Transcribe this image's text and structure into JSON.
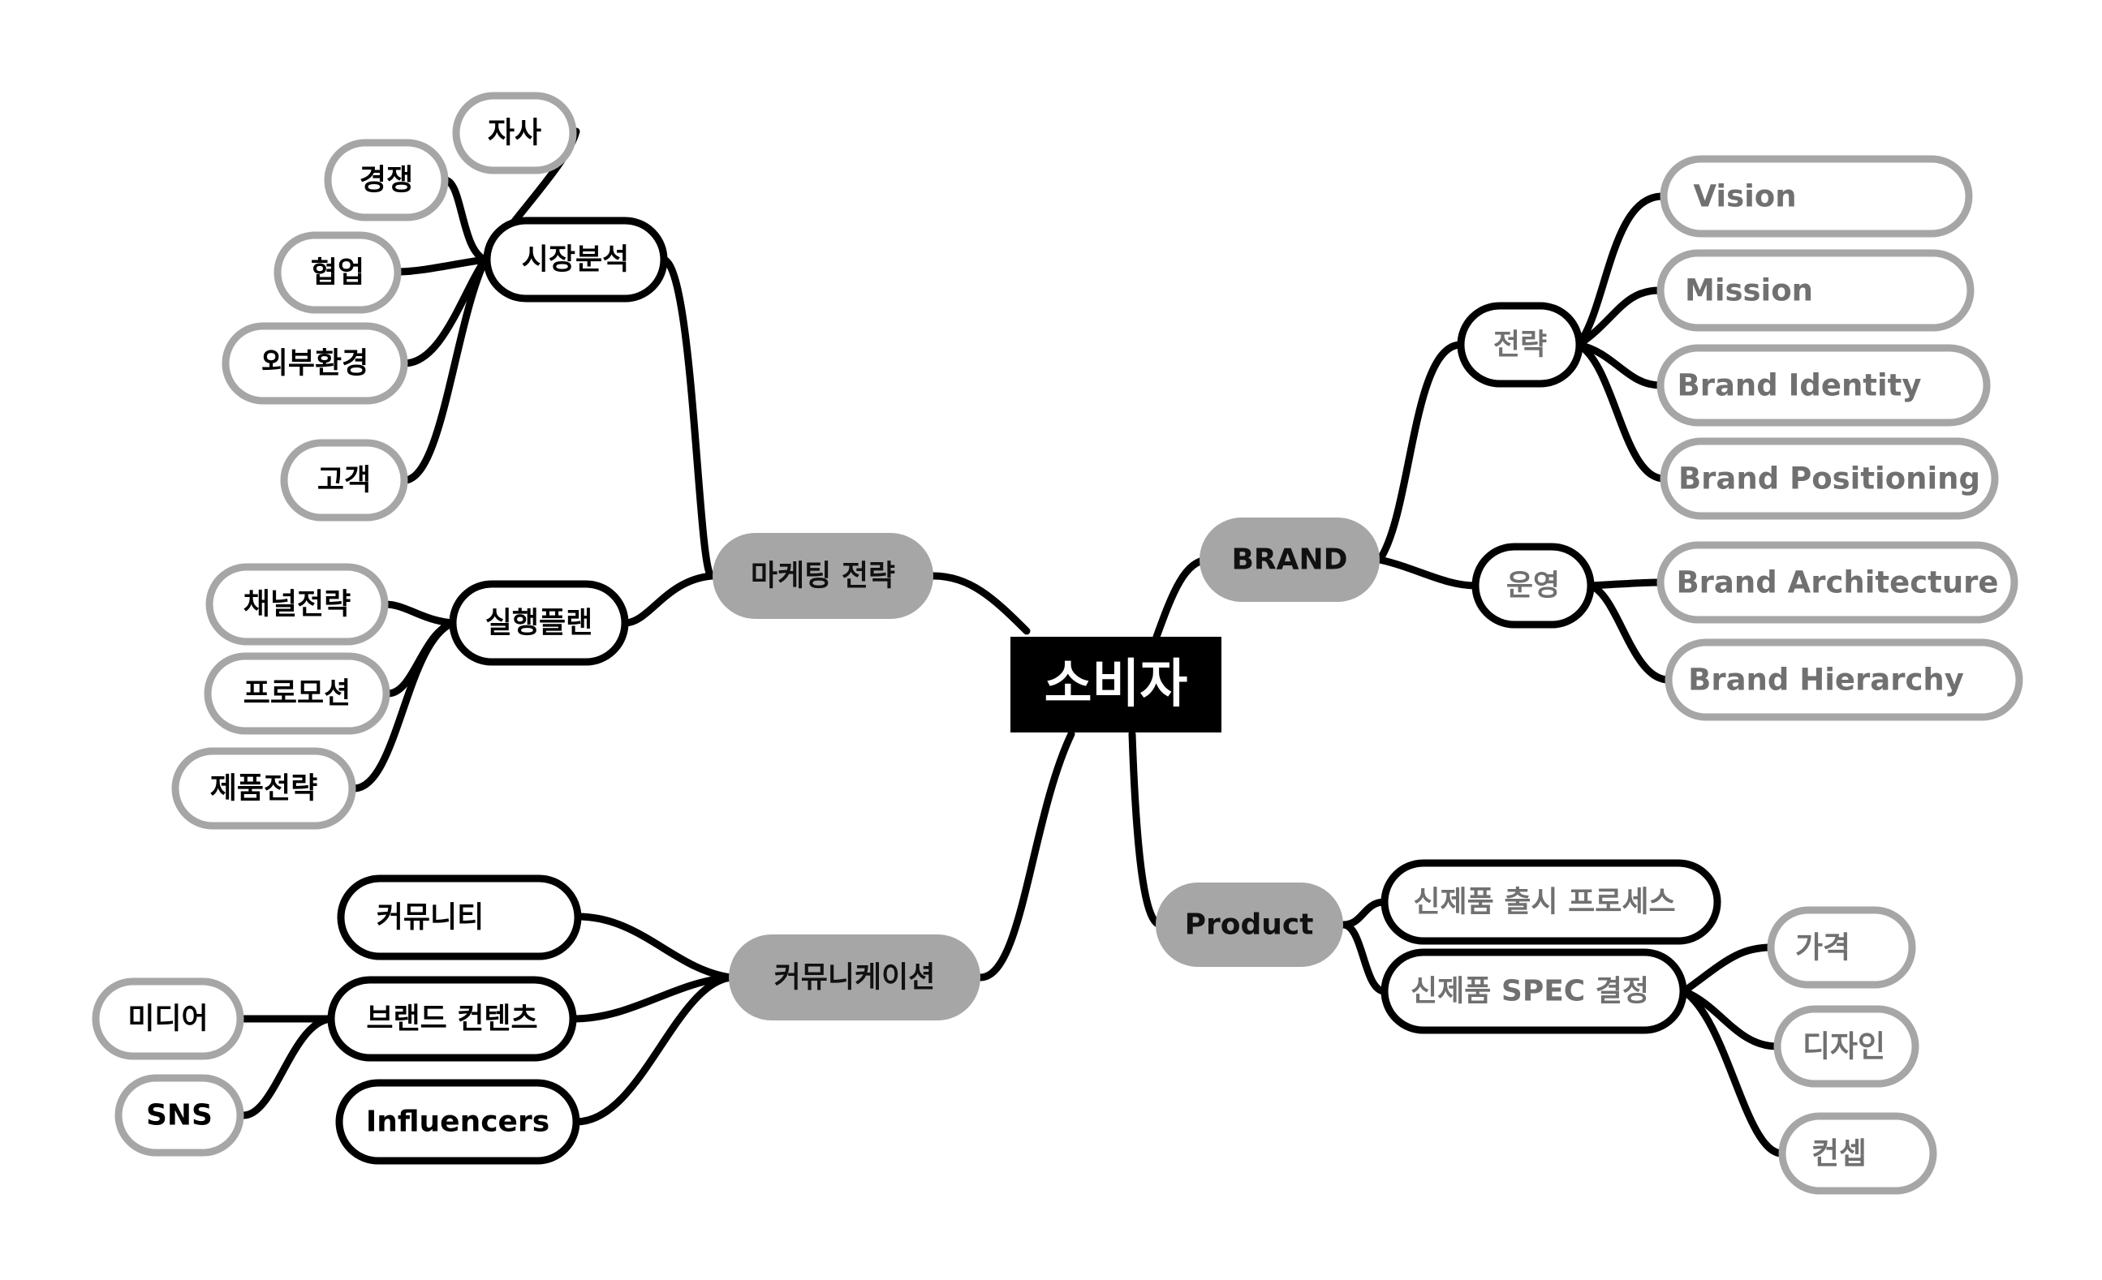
{
  "root": {
    "label": "소비자"
  },
  "hubs": {
    "marketing": "마케팅 전략",
    "communication": "커뮤니케이션",
    "brand": "BRAND",
    "product": "Product"
  },
  "marketing": {
    "market_analysis": {
      "label": "시장분석",
      "children": [
        "자사",
        "경쟁",
        "협업",
        "외부환경",
        "고객"
      ]
    },
    "execution_plan": {
      "label": "실행플랜",
      "children": [
        "채널전략",
        "프로모션",
        "제품전략"
      ]
    }
  },
  "communication": {
    "community": "커뮤니티",
    "brand_content": {
      "label": "브랜드 컨텐츠",
      "children": [
        "미디어",
        "SNS"
      ]
    },
    "influencers": "Influencers"
  },
  "brand": {
    "strategy": {
      "label": "전략",
      "children": [
        "Vision",
        "Mission",
        "Brand Identity",
        "Brand Positioning"
      ]
    },
    "operation": {
      "label": "운영",
      "children": [
        "Brand Architecture",
        "Brand Hierarchy"
      ]
    }
  },
  "product": {
    "launch_process": "신제품 출시 프로세스",
    "spec_decision": {
      "label": "신제품 SPEC 결정",
      "children": [
        "가격",
        "디자인",
        "컨셉"
      ]
    }
  },
  "colors": {
    "root_bg": "#000000",
    "hub_fill": "#a6a6a6",
    "leaf_border": "#a6a6a6",
    "line": "#000000",
    "gray_text": "#707070"
  }
}
